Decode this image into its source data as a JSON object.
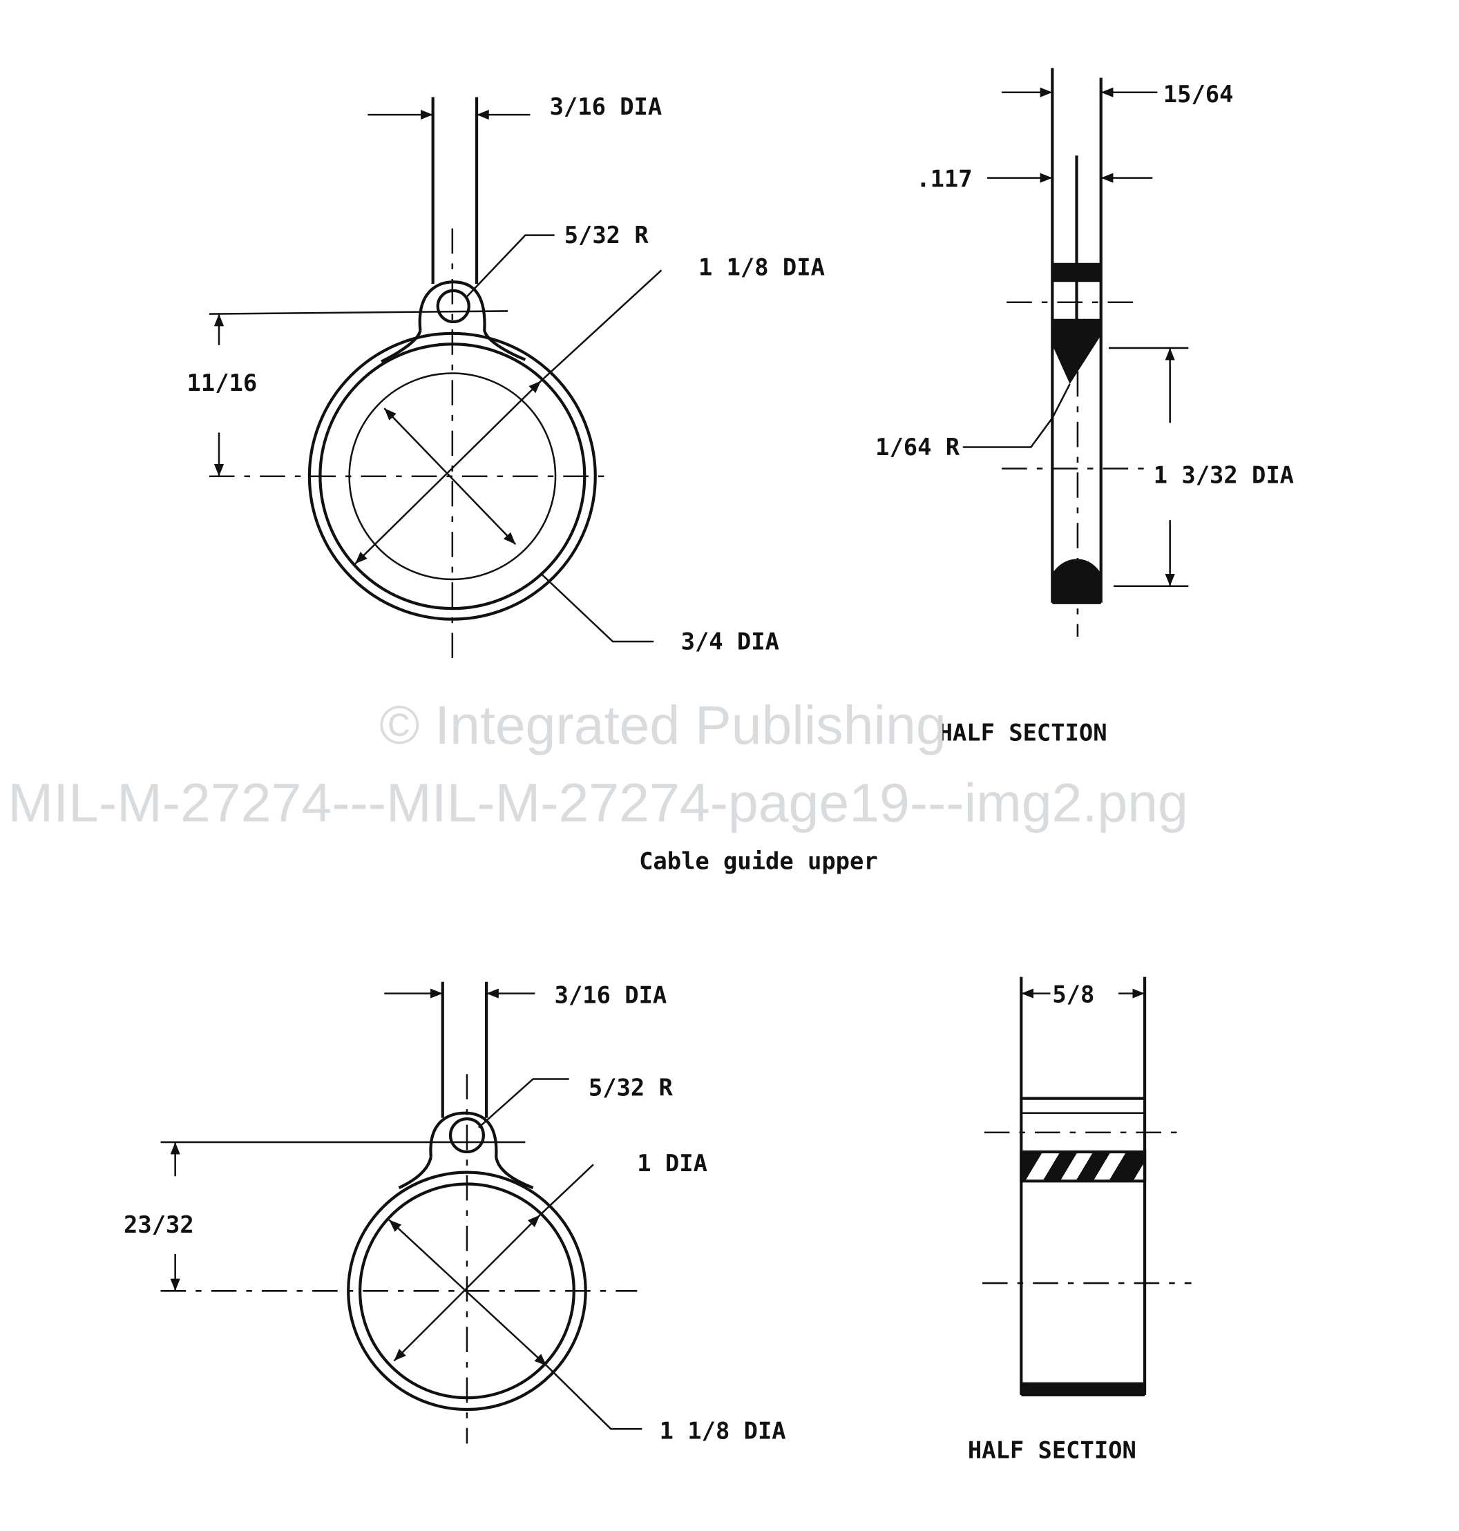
{
  "upper": {
    "front": {
      "shaft_dia": "3/16 DIA",
      "lug_radius": "5/32 R",
      "outer_dia": "1 1/8  DIA",
      "height": "11/16",
      "inner_dia": "3/4  DIA"
    },
    "section": {
      "width_outer": "15/64",
      "width_inner": ".117",
      "fillet": "1/64 R",
      "dia": "1 3/32 DIA",
      "title": "HALF SECTION"
    },
    "caption": "Cable guide upper"
  },
  "lower": {
    "front": {
      "shaft_dia": "3/16 DIA",
      "lug_radius": "5/32 R",
      "inner_dia": "1 DIA",
      "height": "23/32",
      "outer_dia": "1 1/8 DIA"
    },
    "section": {
      "width": "5/8",
      "title": "HALF SECTION"
    }
  },
  "watermark": {
    "line1": "© Integrated Publishing",
    "line2": "MIL-M-27274---MIL-M-27274-page19---img2.png"
  }
}
